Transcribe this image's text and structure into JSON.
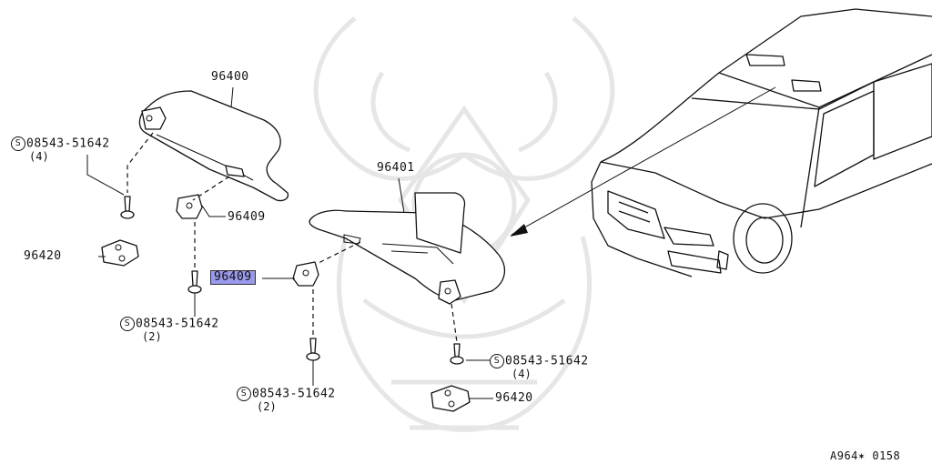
{
  "callouts": {
    "sun_visor_lh": "96400",
    "sun_visor_rh": "96401",
    "holder_upper": "96409",
    "holder_selected": "96409",
    "clip_left": "96420",
    "clip_right": "96420",
    "screw_top_left": "08543-51642",
    "screw_top_left_qty": "(4)",
    "screw_mid_left": "08543-51642",
    "screw_mid_left_qty": "(2)",
    "screw_bottom": "08543-51642",
    "screw_bottom_qty": "(2)",
    "screw_right": "08543-51642",
    "screw_right_qty": "(4)",
    "s_mark": "S"
  },
  "diagram_code": "A964✶ 0158",
  "colors": {
    "highlight": "#9999ee",
    "ink": "#111111",
    "watermark": "#e6e6e6"
  }
}
